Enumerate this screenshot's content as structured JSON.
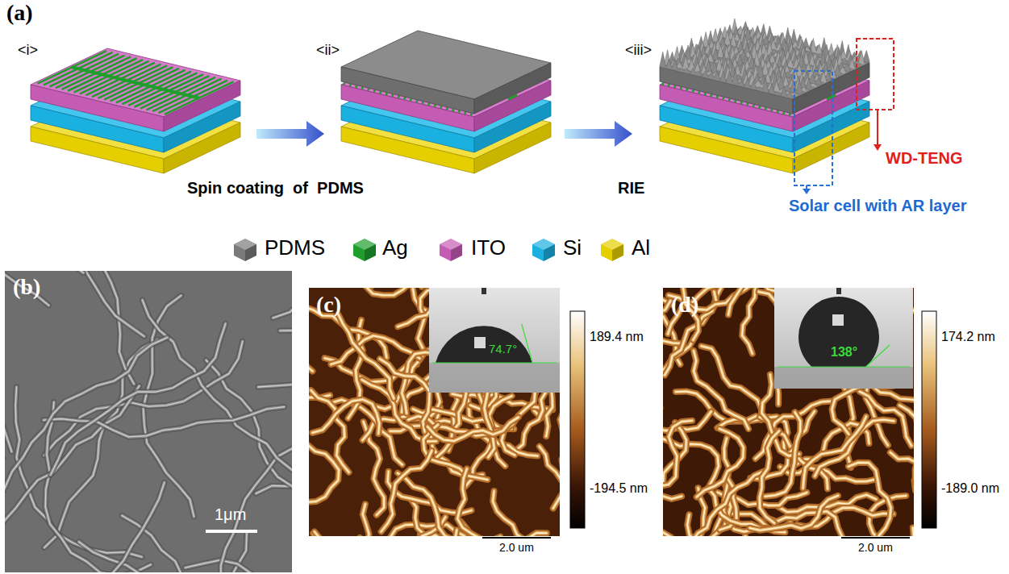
{
  "diagram": {
    "labels": [
      "(a)",
      "<i>",
      "<ii>",
      "<iii>",
      "Spin coating  of  PDMS",
      "RIE",
      "WD-TENG",
      "Solar cell with AR layer",
      "(b)",
      "1μm",
      "(c)",
      "74.7°",
      "189.4 nm",
      "-194.5 nm",
      "2.0 um",
      "(d)",
      "138°",
      "174.2 nm",
      "-189.0 nm",
      "2.0 um"
    ],
    "legend": [
      {
        "text": "PDMS",
        "color": "#7a7a7a"
      },
      {
        "text": "Ag",
        "color": "#1f9e2c"
      },
      {
        "text": "ITO",
        "color": "#c45cb4"
      },
      {
        "text": "Si",
        "color": "#1ab0e0"
      },
      {
        "text": "Al",
        "color": "#e6cf00"
      }
    ]
  }
}
